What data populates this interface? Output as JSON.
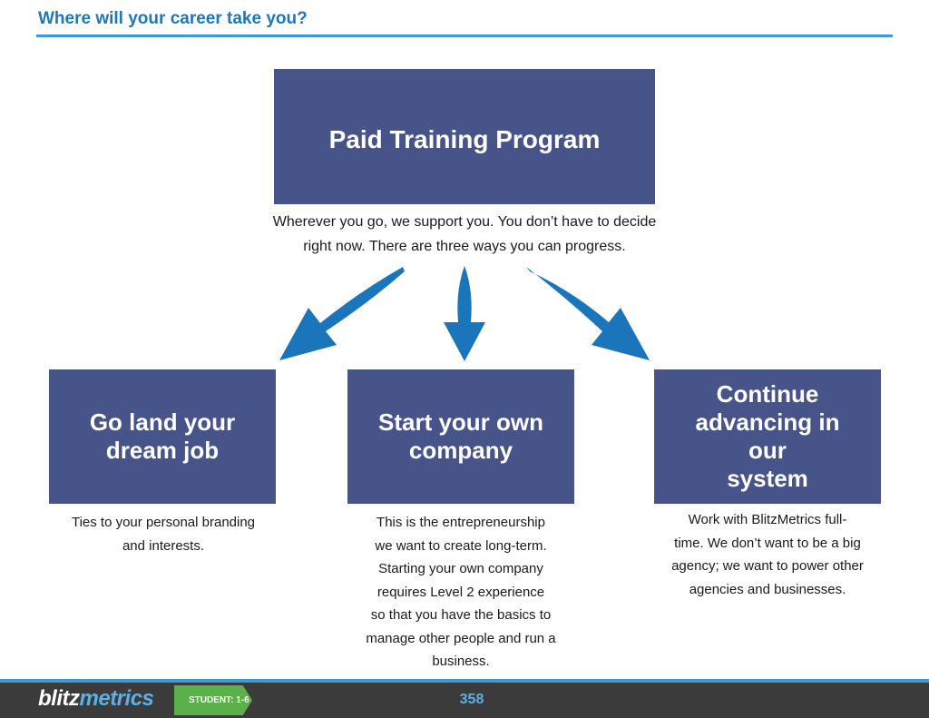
{
  "header": {
    "title": "Where will your career take you?"
  },
  "top_box": {
    "label": "Paid Training Program",
    "description_line1": "Wherever you go, we support you. You don’t have to decide",
    "description_line2": "right now. There are three ways you can progress."
  },
  "options": [
    {
      "label_lines": [
        "Go land your",
        "dream job"
      ],
      "description_lines": [
        "Ties to your personal branding",
        "and interests."
      ]
    },
    {
      "label_lines": [
        "Start your own",
        "company"
      ],
      "description_lines": [
        "This is the entrepreneurship",
        "we want to create long-term.",
        "Starting your own company",
        "requires Level 2 experience",
        "so that you have the basics to",
        "manage other people and run a",
        "business."
      ]
    },
    {
      "label_lines": [
        "Continue",
        "advancing in our",
        "system"
      ],
      "description_lines": [
        "Work with BlitzMetrics full-",
        "time. We don’t want to be a big",
        "agency; we want to power other",
        "agencies and businesses."
      ]
    }
  ],
  "footer": {
    "logo_part1": "blitz",
    "logo_part2": "metrics",
    "badge": "STUDENT: 1-6",
    "page_number": "358"
  },
  "colors": {
    "box": "#465489",
    "accent_blue": "#1f78b4",
    "arrow_blue": "#1b75bb",
    "footer_bg": "#3b3b3b",
    "badge_green": "#5bb04a"
  },
  "icons": [
    "arrow-down-left-icon",
    "arrow-down-icon",
    "arrow-down-right-icon"
  ]
}
